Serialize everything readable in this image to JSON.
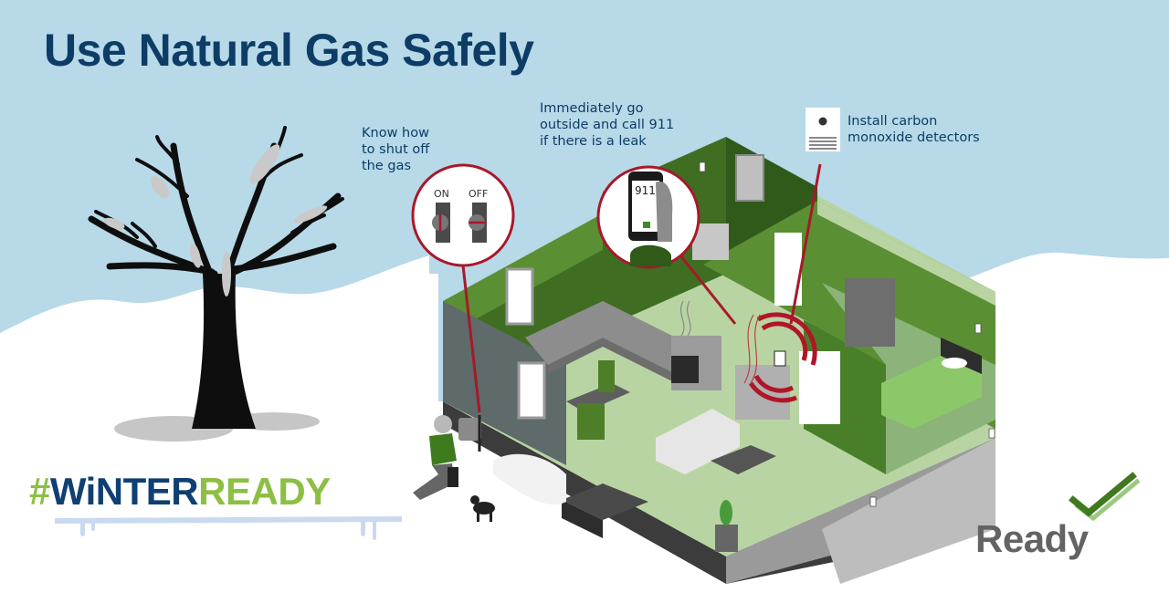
{
  "header": {
    "title": "Use Natural Gas Safely"
  },
  "callouts": {
    "shutoff": "Know how\nto shut off\nthe gas",
    "call911": "Immediately go\noutside and call 911\nif there is a leak",
    "co_detector": "Install carbon\nmonoxide detectors"
  },
  "valve_diagram": {
    "on_label": "ON",
    "off_label": "OFF"
  },
  "phone": {
    "dialed_number": "911"
  },
  "branding": {
    "hashtag": "#",
    "winter_word": "WiNTER",
    "ready_word": "READY",
    "logo_text": "Ready"
  },
  "colors": {
    "sky": "#b7d9e8",
    "title_navy": "#0d3d66",
    "house_green_dark": "#3f6e22",
    "house_green_mid": "#5a8f33",
    "floor_green_light": "#b9d4a3",
    "callout_red": "#a8182a",
    "wall_gray": "#5f6b6b",
    "winter_green": "#8cbf43",
    "winter_navy": "#0f3f73",
    "ready_gray": "#636363",
    "check_green": "#3f7a1e"
  }
}
